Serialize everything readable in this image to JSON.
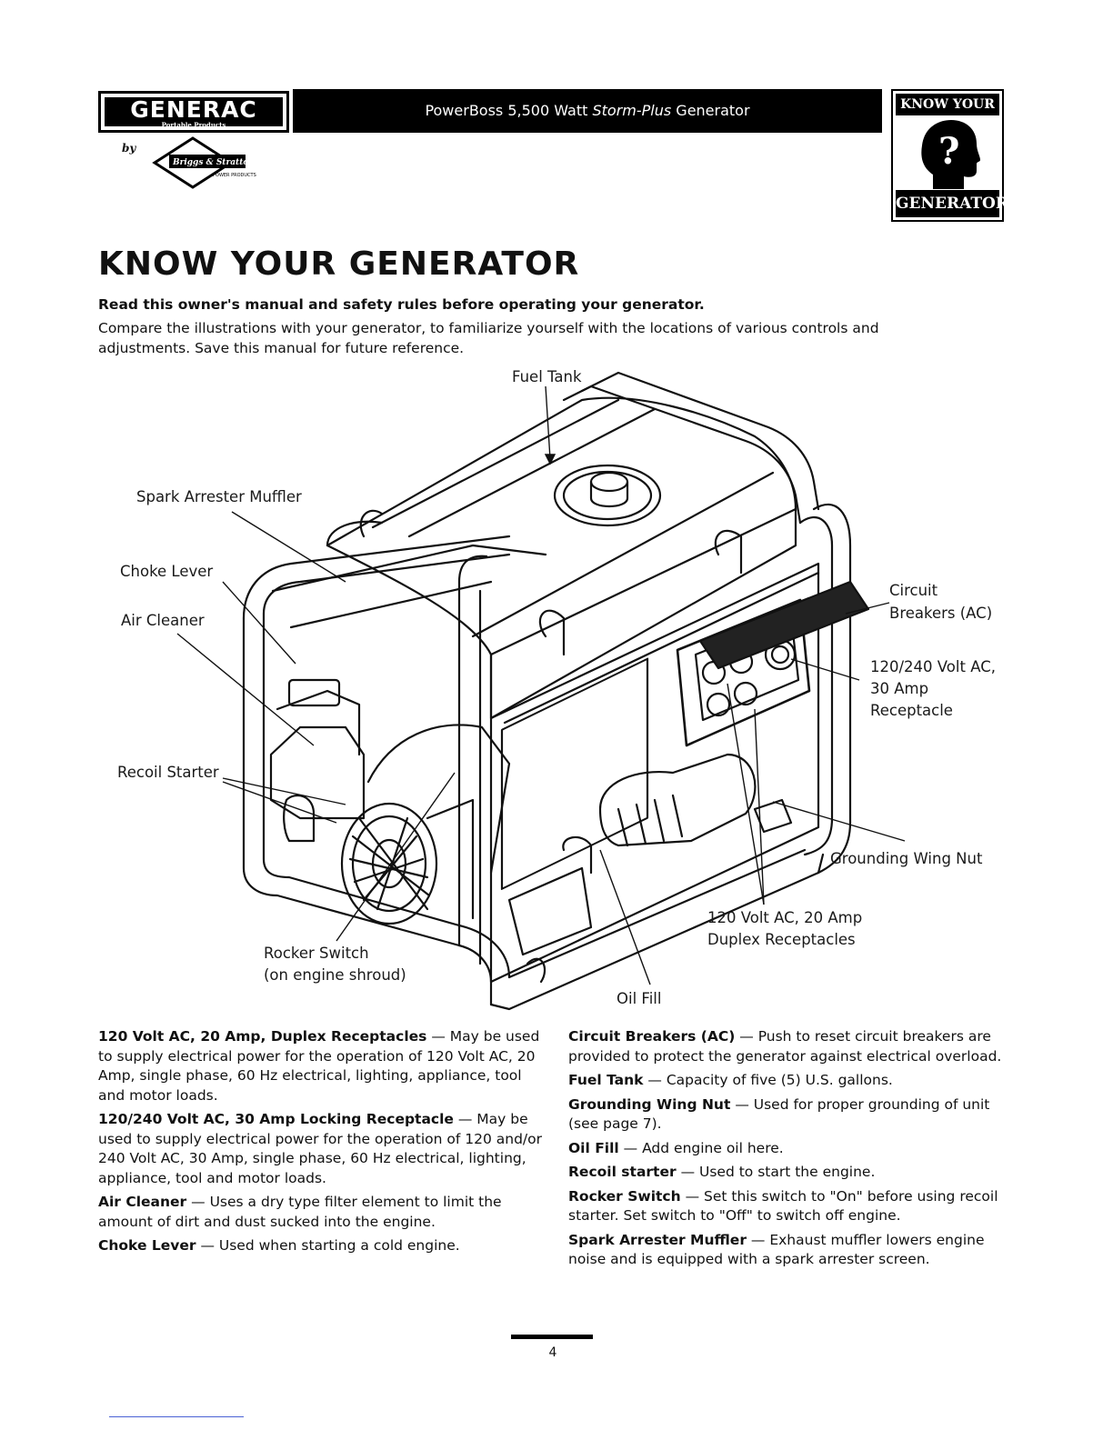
{
  "header": {
    "brand": "GENERAC",
    "brand_sub": "Portable Products",
    "by": "by",
    "partner": "Briggs & Stratton",
    "partner_sub": "POWER PRODUCTS",
    "product_regular": "PowerBoss 5,500 Watt",
    "product_italic": "Storm-Plus",
    "product_tail": "Generator",
    "badge_top": "KNOW YOUR",
    "badge_bottom": "GENERATOR"
  },
  "title": "KNOW YOUR GENERATOR",
  "intro_bold": "Read this owner's manual and safety rules before operating your generator.",
  "intro_text": "Compare the illustrations with your generator, to familiarize yourself with the locations of various controls and adjustments. Save this manual for future reference.",
  "diagram": {
    "fuel_tank": "Fuel Tank",
    "spark_arrester": "Spark Arrester Muffler",
    "choke_lever": "Choke Lever",
    "air_cleaner": "Air Cleaner",
    "recoil_starter": "Recoil Starter",
    "rocker_switch_1": "Rocker Switch",
    "rocker_switch_2": "(on engine shroud)",
    "oil_fill": "Oil Fill",
    "circuit_breakers_1": "Circuit",
    "circuit_breakers_2": "Breakers (AC)",
    "receptacle_30_1": "120/240 Volt AC,",
    "receptacle_30_2": "30 Amp",
    "receptacle_30_3": "Receptacle",
    "grounding_wing_nut": "Grounding Wing Nut",
    "duplex_1": "120 Volt AC, 20 Amp",
    "duplex_2": "Duplex Receptacles"
  },
  "descriptions_left": [
    {
      "term": "120 Volt AC, 20 Amp, Duplex Receptacles",
      "text": "— May be used to supply electrical power for the operation of 120 Volt AC, 20 Amp, single phase, 60 Hz electrical, lighting, appliance, tool and motor loads."
    },
    {
      "term": "120/240 Volt AC, 30 Amp Locking Receptacle",
      "text": "— May be used to supply electrical power for the operation of 120 and/or 240 Volt AC, 30 Amp, single phase, 60 Hz electrical, lighting, appliance, tool and motor loads."
    },
    {
      "term": "Air Cleaner",
      "text": "— Uses a dry type filter element to limit the amount of dirt and dust sucked into the engine."
    },
    {
      "term": "Choke Lever",
      "text": "— Used when starting a cold engine."
    }
  ],
  "descriptions_right": [
    {
      "term": "Circuit Breakers (AC)",
      "text": "— Push to reset circuit breakers are provided to protect the generator against electrical overload."
    },
    {
      "term": "Fuel Tank",
      "text": "— Capacity of five (5) U.S. gallons."
    },
    {
      "term": "Grounding Wing Nut",
      "text": "— Used for proper grounding of unit (see page 7)."
    },
    {
      "term": "Oil Fill",
      "text": "— Add engine oil here."
    },
    {
      "term": "Recoil starter",
      "text": "— Used to start the engine."
    },
    {
      "term": "Rocker Switch",
      "text": "— Set this switch to \"On\" before using recoil starter. Set switch to \"Off\" to switch off engine."
    },
    {
      "term": "Spark Arrester Muffler",
      "text": "— Exhaust muffler lowers engine noise and is equipped with a spark arrester screen."
    }
  ],
  "page_number": "4"
}
